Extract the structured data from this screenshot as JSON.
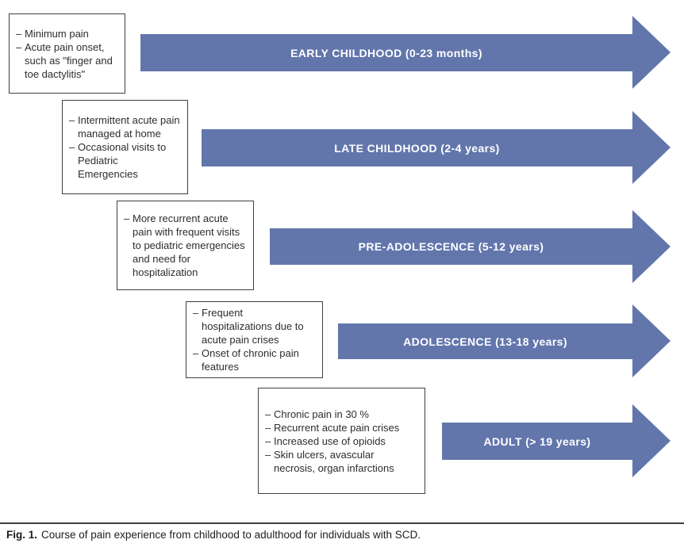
{
  "figure": {
    "caption_label": "Fig. 1.",
    "caption_text": "Course of pain experience from childhood to adulthood for individuals with SCD."
  },
  "bullet": "–",
  "colors": {
    "arrow-fill": "#6276ac",
    "arrow-text": "#ffffff",
    "box-border": "#3f3f3f",
    "box-text": "#2d2d2d",
    "rule": "#3f3f3f"
  },
  "stages": [
    {
      "label": "EARLY CHILDHOOD (0-23 months)",
      "notes": [
        "Minimum pain",
        "Acute pain onset, such as \"finger and toe dactylitis\""
      ]
    },
    {
      "label": "LATE CHILDHOOD (2-4 years)",
      "notes": [
        "Intermittent acute pain managed at home",
        "Occasional visits to Pediatric Emergencies"
      ]
    },
    {
      "label": "PRE-ADOLESCENCE (5-12 years)",
      "notes": [
        "More recurrent acute pain with frequent visits to pediatric emergencies and need for hospitalization"
      ]
    },
    {
      "label": "ADOLESCENCE (13-18 years)",
      "notes": [
        "Frequent hospitalizations due to acute pain crises",
        "Onset of chronic pain features"
      ]
    },
    {
      "label": "ADULT (> 19 years)",
      "notes": [
        "Chronic pain in 30 %",
        "Recurrent acute pain crises",
        "Increased use of opioids",
        "Skin ulcers, avascular necrosis, organ infarctions"
      ]
    }
  ]
}
